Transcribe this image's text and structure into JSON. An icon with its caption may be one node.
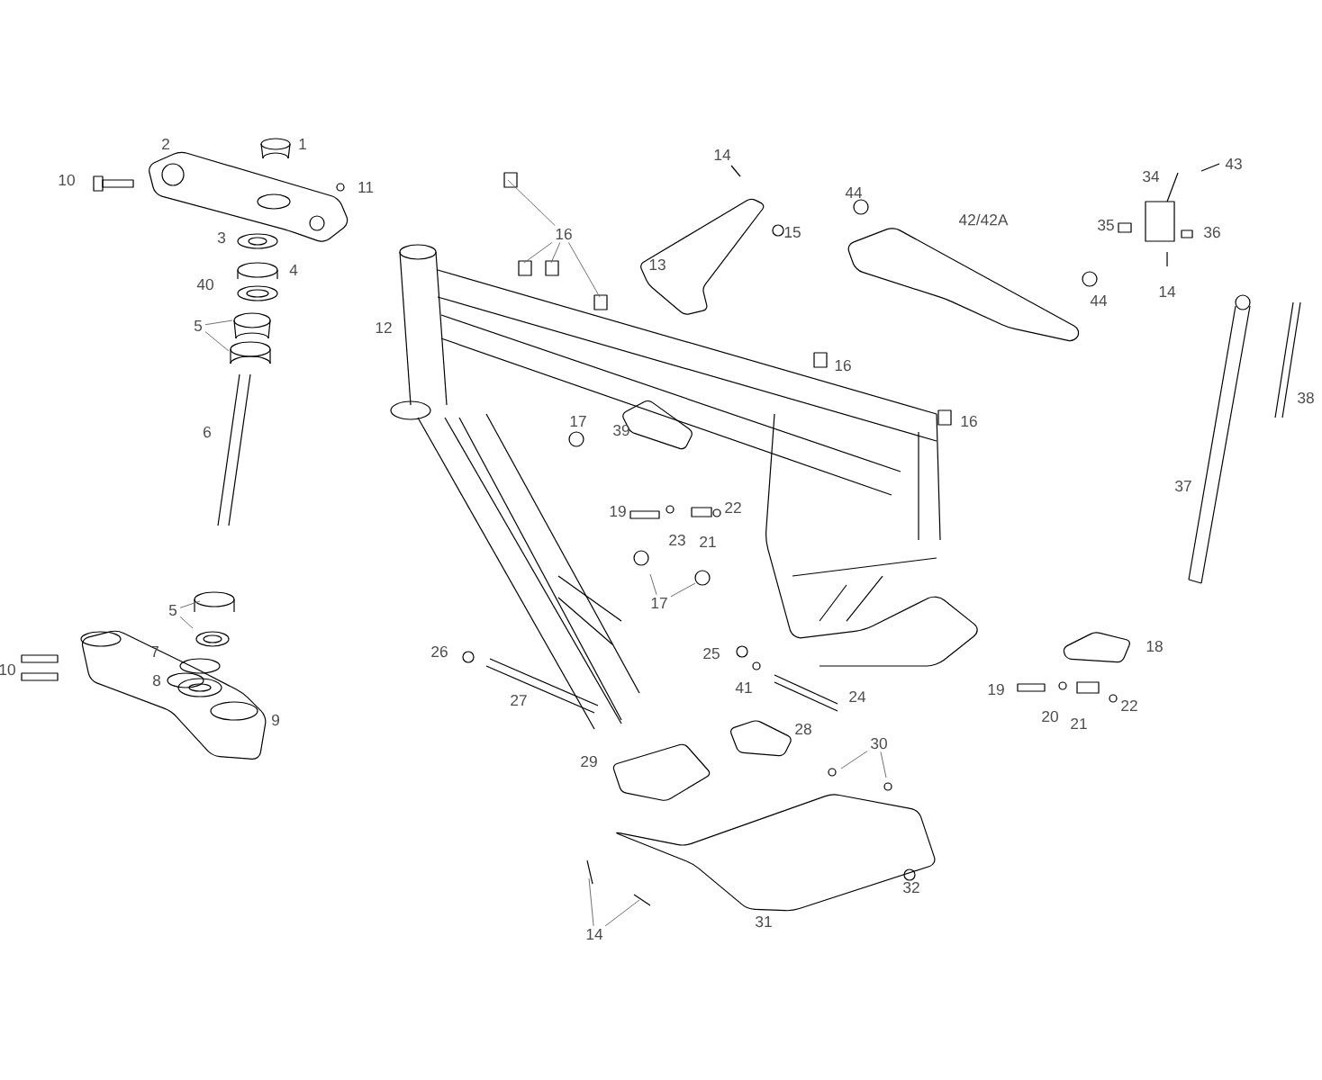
{
  "diagram": {
    "nodes": [
      {
        "text": [
          "16"
        ]
      },
      {
        "text": [
          "5"
        ]
      },
      {
        "text": [
          "17"
        ]
      },
      {
        "text": [
          "5"
        ]
      },
      {
        "text": [
          "30"
        ]
      },
      {
        "text": [
          "14"
        ]
      }
    ],
    "edges": [
      {
        "from": 0,
        "to": null,
        "arrow": "none"
      },
      {
        "from": 0,
        "to": null,
        "arrow": "none"
      },
      {
        "from": 0,
        "to": null,
        "arrow": "none"
      },
      {
        "from": 0,
        "to": null,
        "arrow": "none"
      },
      {
        "from": 1,
        "to": null,
        "arrow": "none"
      },
      {
        "from": 1,
        "to": null,
        "arrow": "none"
      },
      {
        "from": 2,
        "to": null,
        "arrow": "none"
      },
      {
        "from": 2,
        "to": null,
        "arrow": "none"
      },
      {
        "from": 3,
        "to": null,
        "arrow": "none"
      },
      {
        "from": 3,
        "to": null,
        "arrow": "none"
      },
      {
        "from": 4,
        "to": null,
        "arrow": "none"
      },
      {
        "from": 4,
        "to": null,
        "arrow": "none"
      },
      {
        "from": 5,
        "to": null,
        "arrow": "none"
      },
      {
        "from": 5,
        "to": null,
        "arrow": "none"
      }
    ],
    "labels": [
      "2",
      "1",
      "14",
      "43",
      "34",
      "10",
      "11",
      "44",
      "42/42A",
      "35",
      "15",
      "36",
      "3",
      "13",
      "4",
      "40",
      "14",
      "44",
      "12",
      "16",
      "38",
      "17",
      "16",
      "39",
      "6",
      "37",
      "22",
      "19",
      "23",
      "21",
      "18",
      "26",
      "7",
      "25",
      "10",
      "8",
      "41",
      "19",
      "24",
      "27",
      "22",
      "20",
      "9",
      "21",
      "28",
      "29",
      "32",
      "31"
    ]
  }
}
